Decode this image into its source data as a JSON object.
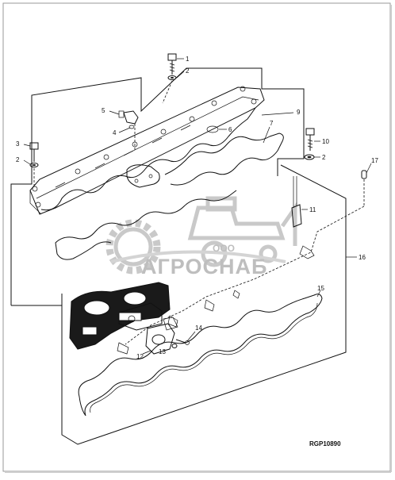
{
  "figure": {
    "reference_code": "RGP10890"
  },
  "watermark": {
    "company_prefix": "ООО",
    "company_name": "АГРОСНАБ"
  },
  "callouts": [
    {
      "id": "c1",
      "label": "1"
    },
    {
      "id": "c2a",
      "label": "2"
    },
    {
      "id": "c3",
      "label": "3"
    },
    {
      "id": "c2b",
      "label": "2"
    },
    {
      "id": "c4",
      "label": "4"
    },
    {
      "id": "c5",
      "label": "5"
    },
    {
      "id": "c6",
      "label": "6"
    },
    {
      "id": "c7",
      "label": "7"
    },
    {
      "id": "c9",
      "label": "9"
    },
    {
      "id": "c10",
      "label": "10"
    },
    {
      "id": "c2c",
      "label": "2"
    },
    {
      "id": "c17",
      "label": "17"
    },
    {
      "id": "c11",
      "label": "11"
    },
    {
      "id": "c16",
      "label": "16"
    },
    {
      "id": "c15",
      "label": "15"
    },
    {
      "id": "c14",
      "label": "14"
    },
    {
      "id": "c13",
      "label": "13"
    },
    {
      "id": "c12",
      "label": "12"
    }
  ]
}
